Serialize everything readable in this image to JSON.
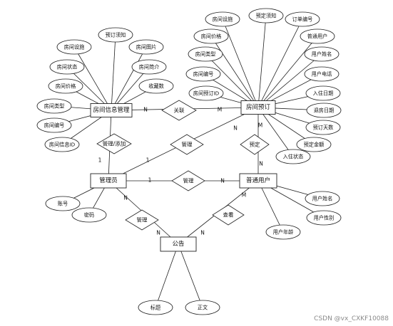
{
  "entities": {
    "room_info_mgmt": "房间信息管理",
    "room_booking": "房间预订",
    "admin": "管理员",
    "normal_user": "普通用户",
    "notice": "公告"
  },
  "room_info_attrs": [
    "房间设施",
    "预订须知",
    "房间状态",
    "房间图片",
    "房间价格",
    "房间简介",
    "房间类型",
    "收藏数",
    "房间编号",
    "房间信息ID"
  ],
  "booking_attrs": [
    "房间设施",
    "预定须知",
    "订单编号",
    "房间价格",
    "普通用户",
    "房间类型",
    "用户姓名",
    "房间编号",
    "用户电话",
    "房间预订ID",
    "入住日期",
    "退房日期",
    "预订天数",
    "预定金额",
    "入住状态"
  ],
  "admin_attrs": [
    "账号",
    "密码"
  ],
  "user_attrs": [
    "用户姓名",
    "用户性别",
    "用户年龄"
  ],
  "notice_attrs": [
    "标题",
    "正文"
  ],
  "relationships": {
    "r_assoc": "关联",
    "r_manage_add": "管理/添加",
    "r_manage_booking": "管理",
    "r_predetermine": "预定",
    "r_manage_user": "管理",
    "r_manage_notice": "管理",
    "r_view": "查看"
  },
  "cardinalities": {
    "c_assoc_left": "N",
    "c_assoc_right": "M",
    "c_booking_m1": "M",
    "c_booking_n1": "N",
    "c_booking_n2": "N",
    "c_admin_1a": "1",
    "c_admin_1b": "1",
    "c_user_n": "N",
    "c_user_m": "M",
    "c_user_n2": "N",
    "c_admin_1c": "1",
    "c_notice_n1": "N",
    "c_notice_n2": "N"
  },
  "watermark": "CSDN @vx_CXKF10088"
}
